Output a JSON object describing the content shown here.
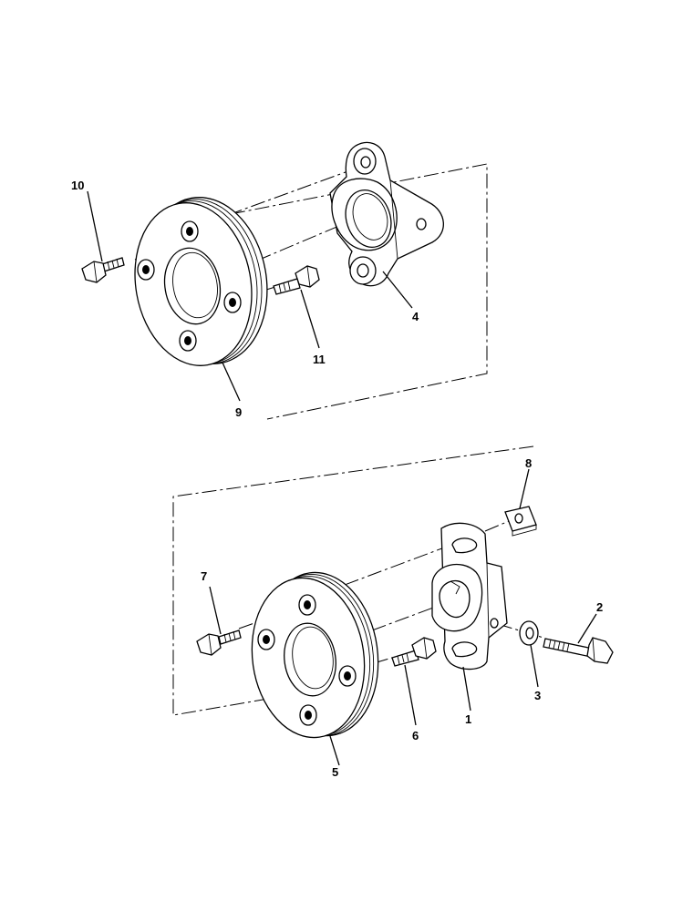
{
  "labels": {
    "p1": "1",
    "p2": "2",
    "p3": "3",
    "p4": "4",
    "p5": "5",
    "p6": "6",
    "p7": "7",
    "p8": "8",
    "p9": "9",
    "p10": "10",
    "p11": "11"
  }
}
